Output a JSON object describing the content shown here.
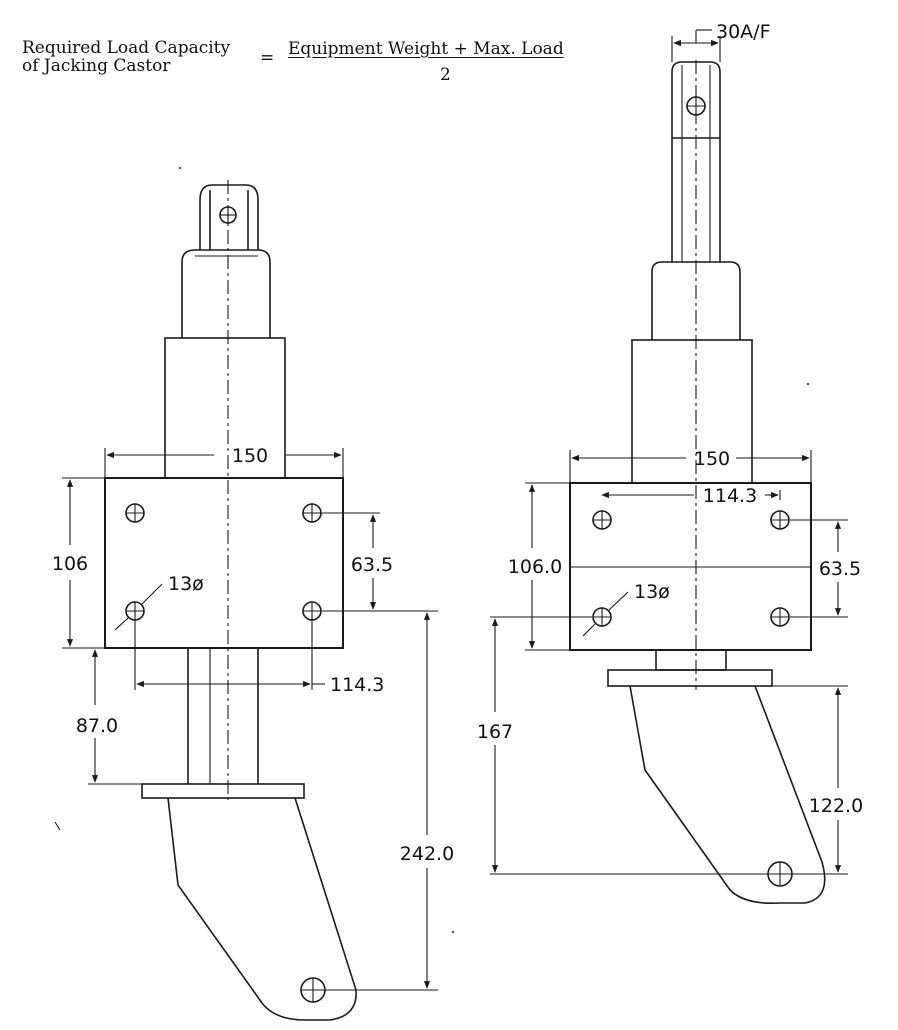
{
  "formula": {
    "lhs_line1": "Required Load Capacity",
    "lhs_line2": "of Jacking Castor",
    "equals": "=",
    "numerator": "Equipment Weight + Max. Load",
    "denominator": "2"
  },
  "left_view": {
    "width_dim": "150",
    "height_dim": "106",
    "hole_vertical_dim": "63.5",
    "hole_callout": "13ø",
    "hole_horizontal_dim": "114.3",
    "stem_dim": "87.0",
    "total_dim": "242.0"
  },
  "right_view": {
    "hex_dim": "30A/F",
    "width_dim": "150",
    "hole_horizontal_dim": "114.3",
    "height_dim": "106.0",
    "hole_vertical_dim": "63.5",
    "hole_callout": "13ø",
    "total_dim": "167",
    "leg_dim": "122.0"
  }
}
